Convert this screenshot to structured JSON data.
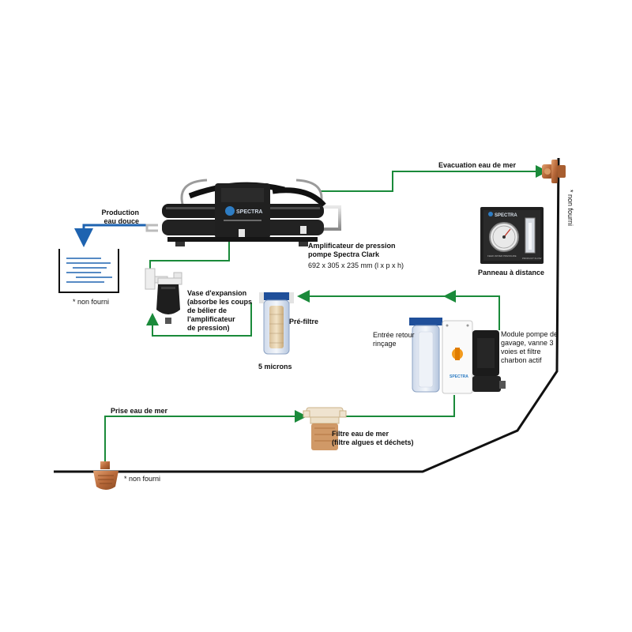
{
  "labels": {
    "production": [
      "Production",
      "eau douce"
    ],
    "not_supplied_tank": "* non fourni",
    "booster_title": [
      "Amplificateur de pression",
      "pompe Spectra Clark"
    ],
    "booster_dims": "692 x 305 x 235 mm (l x p x h)",
    "seawater_outlet": "Evacuation eau de mer",
    "not_supplied_outlet": "* non fourni",
    "remote_panel": "Panneau à distance",
    "expansion": [
      "Vase d'expansion",
      "(absorbe les coups",
      "de bélier de",
      "l'amplificateur",
      "de pression)"
    ],
    "prefilter": "Pré-filtre",
    "five_microns": "5 microns",
    "rinse_return": [
      "Entrée retour",
      "rinçage"
    ],
    "pump_module": [
      "Module pompe de",
      "gavage, vanne 3",
      "voies et filtre",
      "charbon actif"
    ],
    "seawater_intake": "Prise eau de mer",
    "seawater_filter": [
      "Filtre eau de mer",
      "(filtre algues et déchets)"
    ],
    "not_supplied_intake": "* non fourni"
  },
  "device_text": {
    "brand": "SPECTRA",
    "panel_brand": "SPECTRA",
    "panel_gauge": "FEED WATER PRESSURE",
    "panel_flow": "PRODUCT FLOW"
  },
  "colors": {
    "pipe": "#1a8a3a",
    "hull": "#111111",
    "fresh_water": "#1e63b0",
    "bronze": "#c27a42",
    "pump_body": "#1b1b1b",
    "filter_blue": "#1f4f9a"
  }
}
